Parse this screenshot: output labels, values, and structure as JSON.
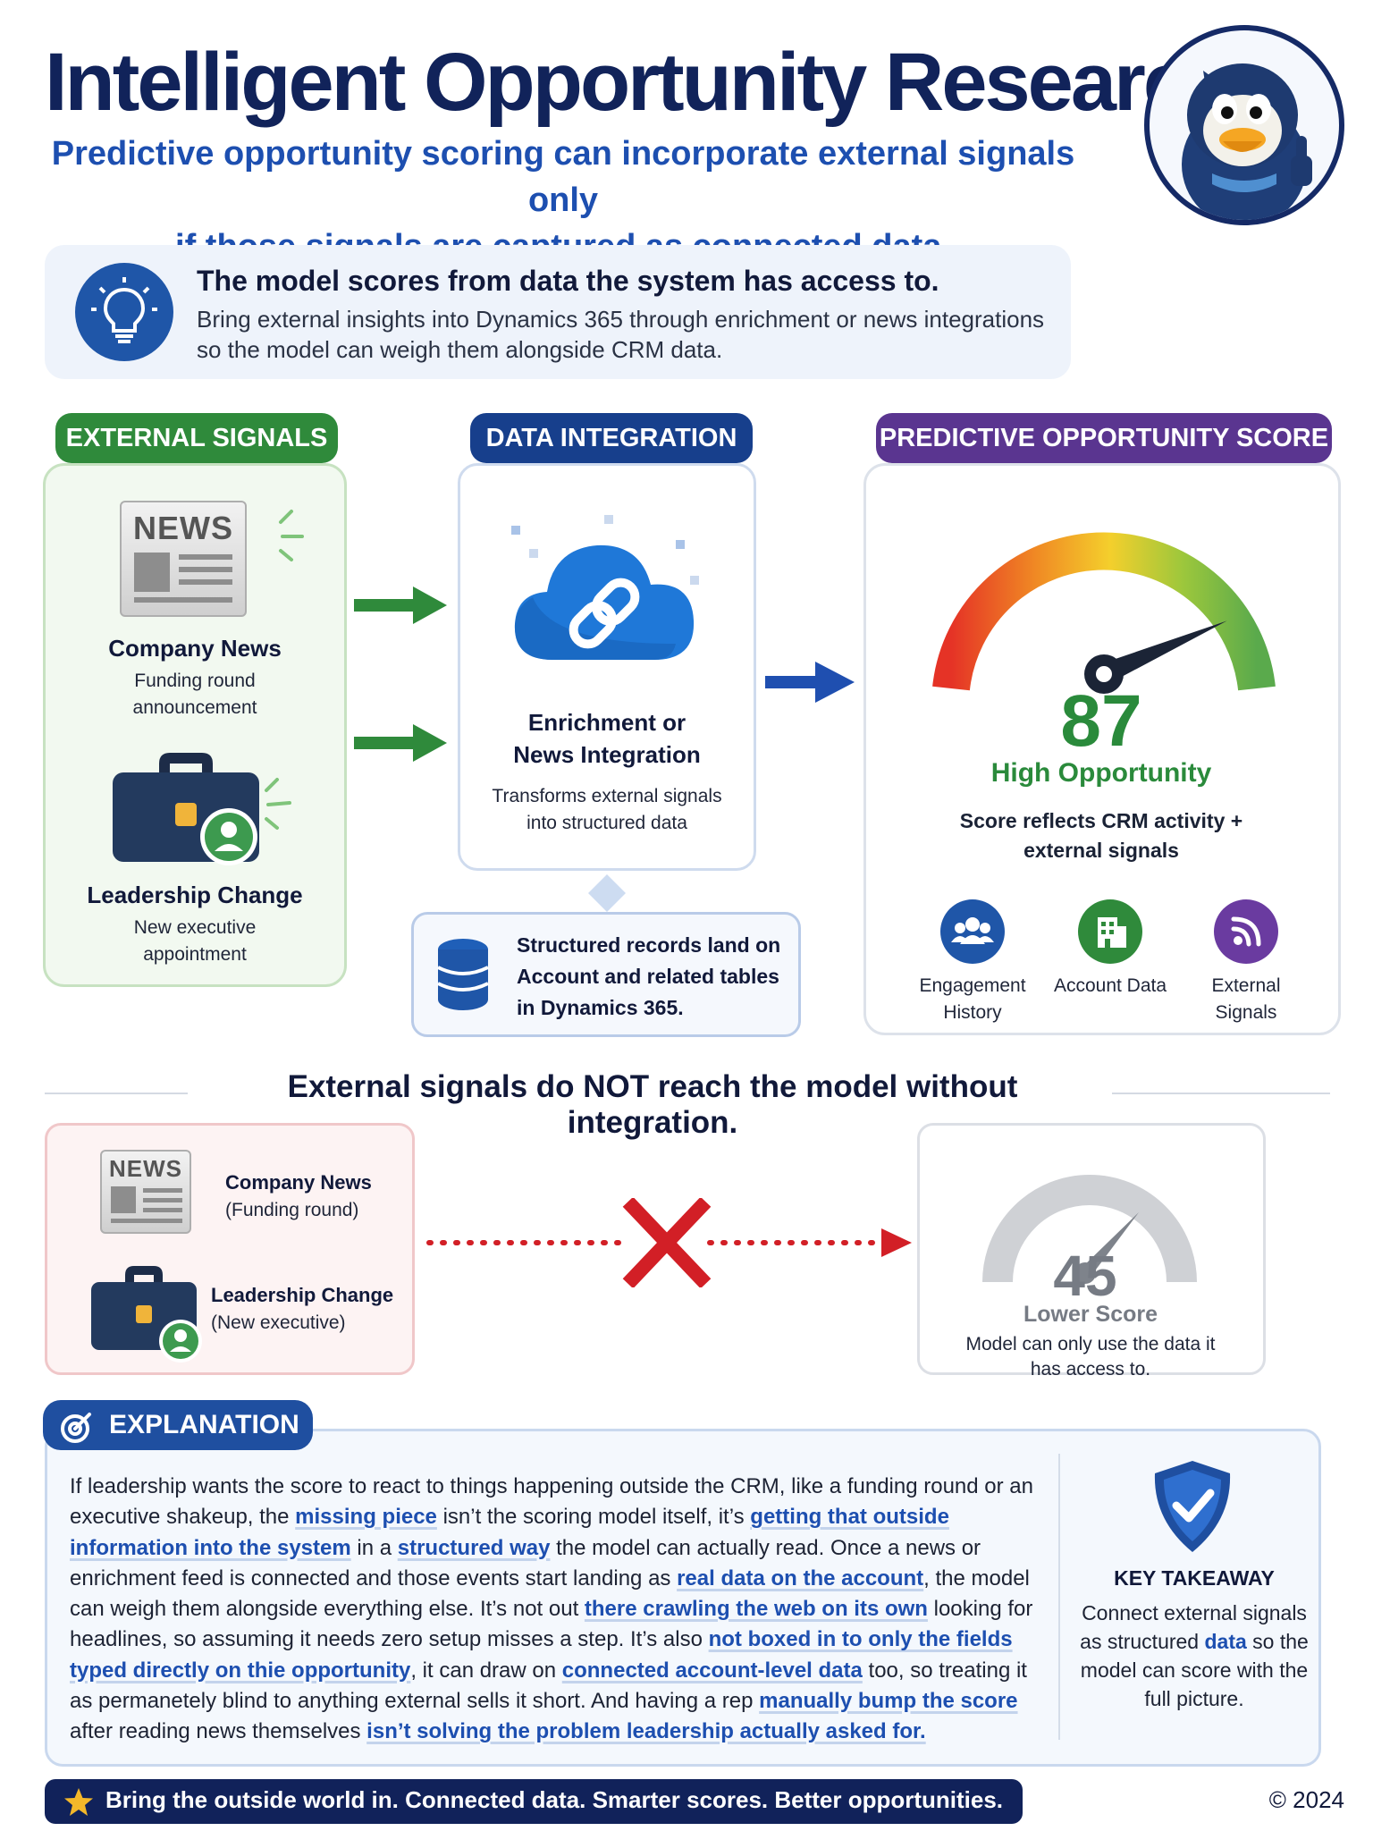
{
  "header": {
    "title": "Intelligent Opportunity Research",
    "subtitle_line1": "Predictive opportunity scoring can incorporate external signals only",
    "subtitle_line2": "if those signals are captured as connected data."
  },
  "insight": {
    "headline": "The model scores from data the system has access to.",
    "body": "Bring external insights into Dynamics 365 through enrichment or news integrations so the model can weigh them alongside CRM data."
  },
  "sections": {
    "external_signals": "EXTERNAL SIGNALS",
    "data_integration": "DATA INTEGRATION",
    "predictive_score": "PREDICTIVE OPPORTUNITY SCORE"
  },
  "external": {
    "news_word": "NEWS",
    "company_news_title": "Company News",
    "company_news_desc": "Funding round announcement",
    "leadership_title": "Leadership Change",
    "leadership_desc": "New executive appointment"
  },
  "integration": {
    "title": "Enrichment or News Integration",
    "desc": "Transforms external signals into structured data",
    "structured_note": "Structured records land on Account and related tables in Dynamics 365."
  },
  "score": {
    "value": "87",
    "gauge_fraction": 0.87,
    "label": "High Opportunity",
    "note": "Score reflects CRM activity + external signals",
    "features": [
      {
        "label": "Engagement History",
        "icon": "people-icon",
        "color": "#1f56a8"
      },
      {
        "label": "Account Data",
        "icon": "building-icon",
        "color": "#2f8a3b"
      },
      {
        "label": "External Signals",
        "icon": "rss-icon",
        "color": "#6a3ba0"
      }
    ]
  },
  "without_integration": {
    "headline": "External signals do NOT reach the model without integration.",
    "news_word": "NEWS",
    "company_news_title": "Company News",
    "company_news_desc": "(Funding round)",
    "leadership_title": "Leadership Change",
    "leadership_desc": "(New executive)",
    "lower_value": "45",
    "lower_label": "Lower Score",
    "lower_note": "Model can only use the data it has access to."
  },
  "explanation": {
    "label": "EXPLANATION",
    "segments": [
      {
        "t": "If leadership wants the score to react to things happening outside the CRM, like a funding round or an executive shakeup, the ",
        "h": false
      },
      {
        "t": "missing piece",
        "h": true
      },
      {
        "t": " isn’t the scoring model itself, it’s ",
        "h": false
      },
      {
        "t": "getting that outside information into the system",
        "h": true
      },
      {
        "t": " in a ",
        "h": false
      },
      {
        "t": "structured way",
        "h": true
      },
      {
        "t": " the model can actually read. Once a news or enrichment feed is connected and those events start landing as ",
        "h": false
      },
      {
        "t": "real data on the account",
        "h": true
      },
      {
        "t": ", the model can weigh them alongside everything else. It’s not out ",
        "h": false
      },
      {
        "t": "there crawling the web on its own",
        "h": true
      },
      {
        "t": " looking for headlines, so assuming it needs zero setup misses a step. It’s also ",
        "h": false
      },
      {
        "t": "not boxed in to only the fields typed directly on thie opportunity",
        "h": true
      },
      {
        "t": ", it can draw on ",
        "h": false
      },
      {
        "t": "connected account-level data",
        "h": true
      },
      {
        "t": " too, so treating it as permanetely blind to anything external sells it short. And having a rep ",
        "h": false
      },
      {
        "t": "manually bump the score",
        "h": true
      },
      {
        "t": " after reading news themselves ",
        "h": false
      },
      {
        "t": "isn’t solving the problem leadership actually asked for.",
        "h": true
      }
    ],
    "key_takeaway_title": "KEY TAKEAWAY",
    "key_takeaway_pre": "Connect external signals as structured ",
    "key_takeaway_hl": "data",
    "key_takeaway_post": " so the model can score with the full picture."
  },
  "footer": {
    "tagline": "Bring the outside world in. Connected data. Smarter scores. Better opportunities.",
    "copyright": "© 2024"
  },
  "colors": {
    "navy": "#11235a",
    "blue": "#1d4fb0",
    "green": "#2f8a3b",
    "purple": "#5a3590",
    "red": "#d21f26"
  }
}
